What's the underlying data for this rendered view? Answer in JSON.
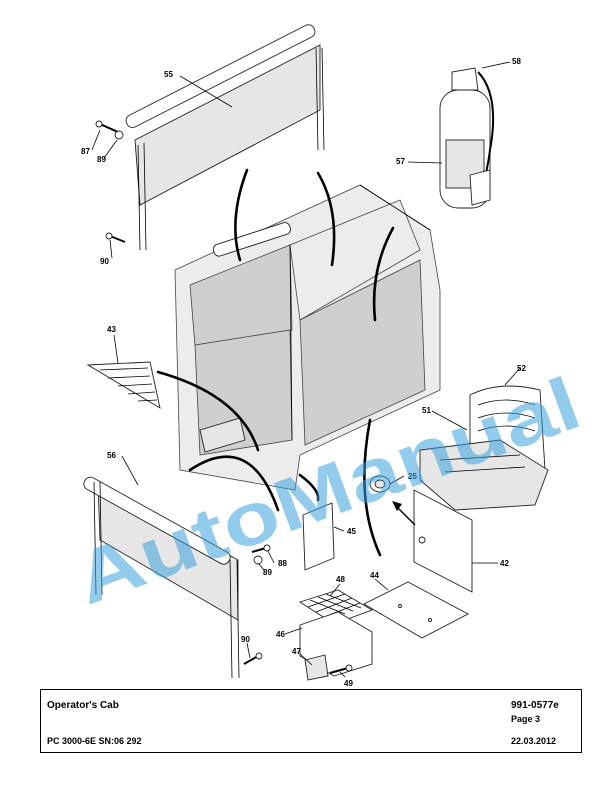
{
  "watermark": "AutoManual",
  "callouts": {
    "c55": "55",
    "c58": "58",
    "c57": "57",
    "c87": "87",
    "c89a": "89",
    "c90a": "90",
    "c43": "43",
    "c52": "52",
    "c51": "51",
    "c56": "56",
    "c25": "25",
    "c45": "45",
    "c88": "88",
    "c89b": "89",
    "c48": "48",
    "c44": "44",
    "c42": "42",
    "c46": "46",
    "c90b": "90",
    "c47": "47",
    "c49": "49"
  },
  "title_block": {
    "title": "Operator's Cab",
    "doc_number": "991-0577e",
    "page": "Page 3",
    "model": "PC 3000-6E SN:06 292",
    "date": "22.03.2012"
  }
}
